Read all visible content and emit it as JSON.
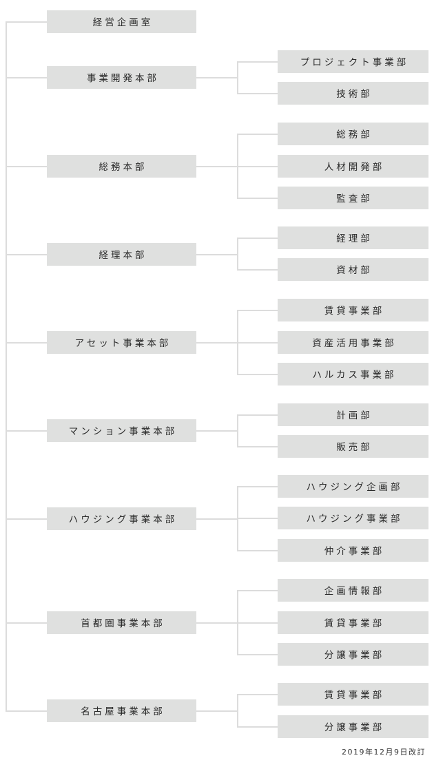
{
  "colors": {
    "box": "#dfe0df",
    "line": "#dcdcdc",
    "text": "#2a2a2a"
  },
  "divisions": [
    {
      "label": "経営企画室",
      "children": []
    },
    {
      "label": "事業開発本部",
      "children": [
        "プロジェクト事業部",
        "技術部"
      ]
    },
    {
      "label": "総務本部",
      "children": [
        "総務部",
        "人材開発部",
        "監査部"
      ]
    },
    {
      "label": "経理本部",
      "children": [
        "経理部",
        "資材部"
      ]
    },
    {
      "label": "アセット事業本部",
      "children": [
        "賃貸事業部",
        "資産活用事業部",
        "ハルカス事業部"
      ]
    },
    {
      "label": "マンション事業本部",
      "children": [
        "計画部",
        "販売部"
      ]
    },
    {
      "label": "ハウジング事業本部",
      "children": [
        "ハウジング企画部",
        "ハウジング事業部",
        "仲介事業部"
      ]
    },
    {
      "label": "首都圏事業本部",
      "children": [
        "企画情報部",
        "賃貸事業部",
        "分譲事業部"
      ]
    },
    {
      "label": "名古屋事業本部",
      "children": [
        "賃貸事業部",
        "分譲事業部"
      ]
    }
  ],
  "footer": "2019年12月9日改訂"
}
